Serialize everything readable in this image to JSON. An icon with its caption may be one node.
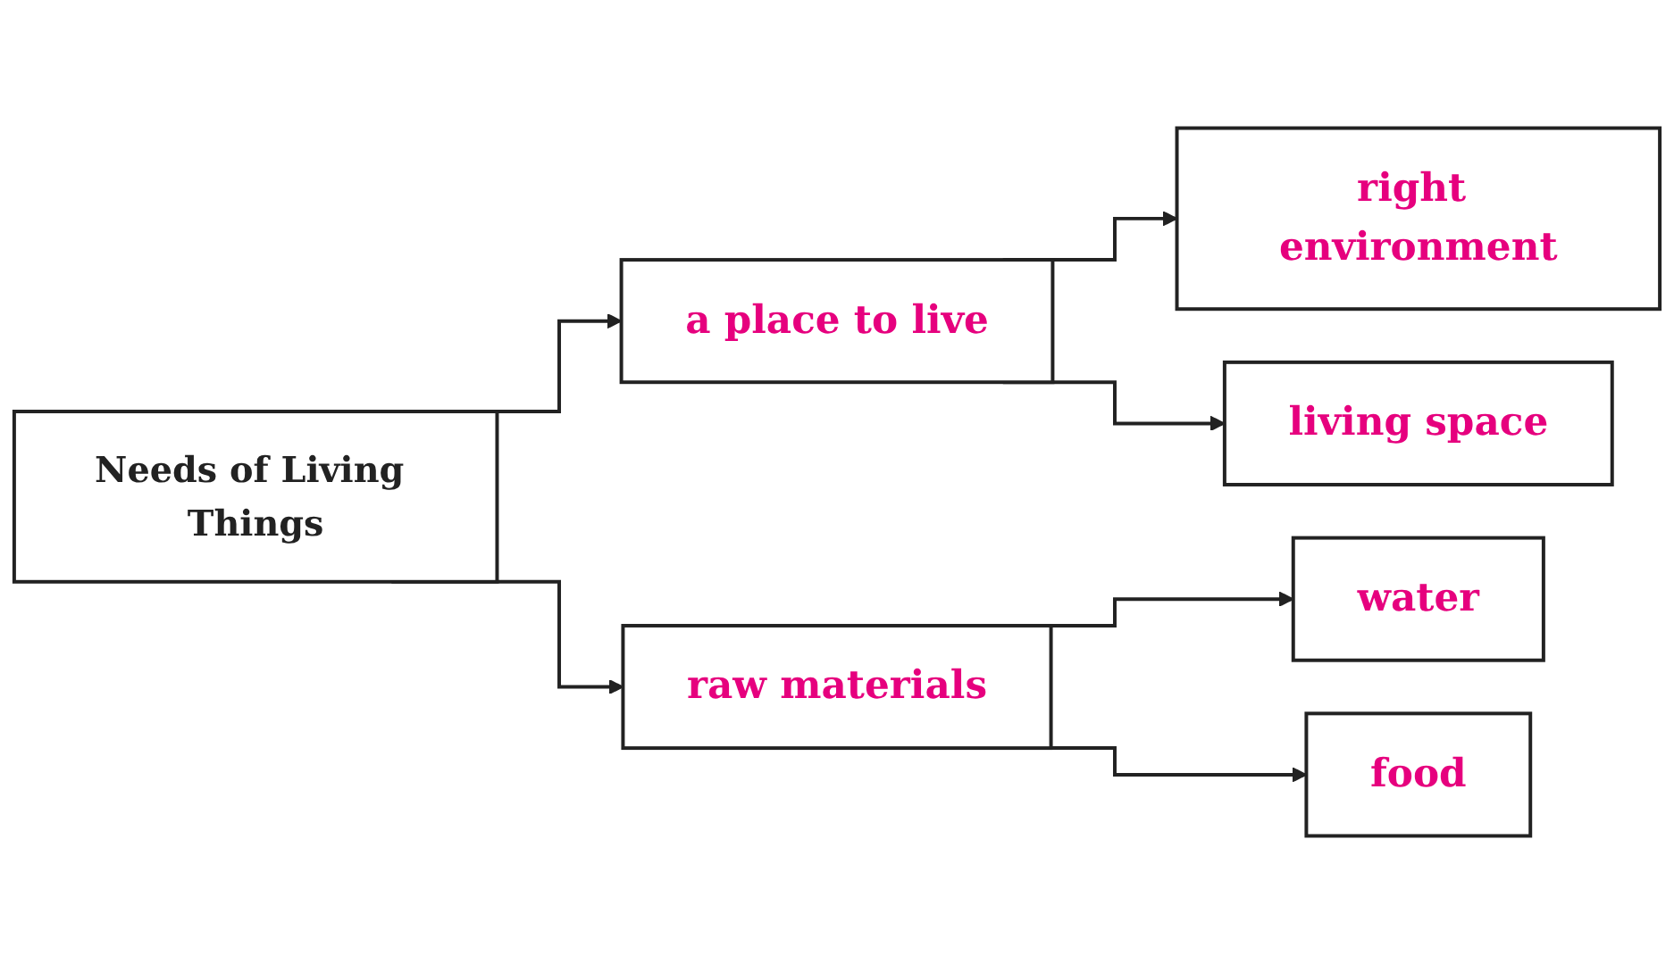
{
  "diagram": {
    "nodes": [
      {
        "text": [
          "Needs of Living Things"
        ]
      },
      {
        "text": [
          "a place to live"
        ]
      },
      {
        "text": [
          "raw materials"
        ]
      },
      {
        "text": [
          "right environment"
        ]
      },
      {
        "text": [
          "living space"
        ]
      },
      {
        "text": [
          "water"
        ]
      },
      {
        "text": [
          "food"
        ]
      }
    ],
    "edges": [
      {
        "from": 0,
        "to": 1,
        "arrow": "to"
      },
      {
        "from": 0,
        "to": 2,
        "arrow": "to"
      },
      {
        "from": 1,
        "to": 3,
        "arrow": "to"
      },
      {
        "from": 1,
        "to": 4,
        "arrow": "to"
      },
      {
        "from": 2,
        "to": 5,
        "arrow": "to"
      },
      {
        "from": 2,
        "to": 6,
        "arrow": "to"
      }
    ]
  }
}
